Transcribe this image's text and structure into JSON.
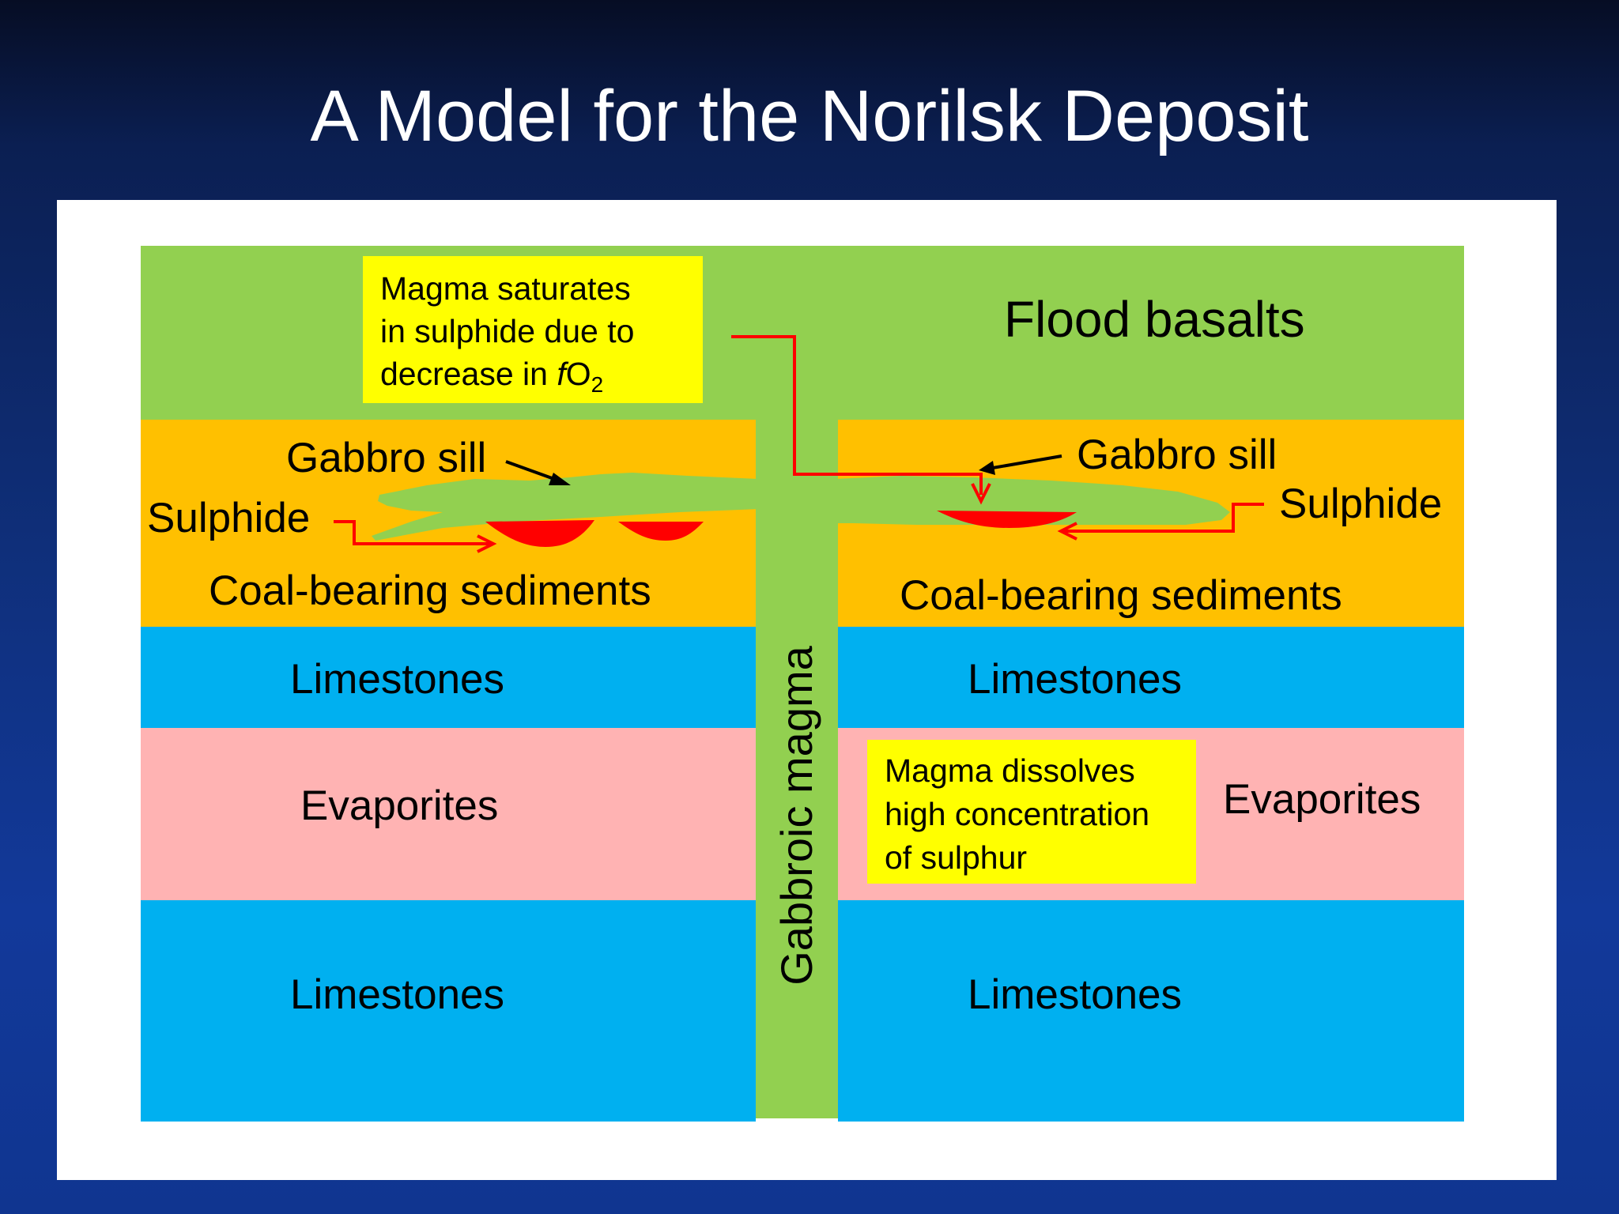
{
  "title": "A Model for the Norilsk Deposit",
  "colors": {
    "flood_basalt": "#92d050",
    "coal_sediments": "#ffc000",
    "limestone": "#00b0f0",
    "evaporite": "#ffb3b3",
    "magma": "#92d050",
    "sulphide": "#ff0000",
    "callout": "#ffff00"
  },
  "labels": {
    "flood_basalts": "Flood basalts",
    "gabbro_sill_left": "Gabbro sill",
    "gabbro_sill_right": "Gabbro sill",
    "sulphide_left": "Sulphide",
    "sulphide_right": "Sulphide",
    "coal_left": "Coal-bearing sediments",
    "coal_right": "Coal-bearing sediments",
    "limestones_upper_left": "Limestones",
    "limestones_upper_right": "Limestones",
    "evaporites_left": "Evaporites",
    "evaporites_right": "Evaporites",
    "limestones_lower_left": "Limestones",
    "limestones_lower_right": "Limestones",
    "gabbroic_magma": "Gabbroic magma"
  },
  "callouts": {
    "saturation": {
      "line1": "Magma saturates",
      "line2": "in sulphide due to",
      "line3_prefix": "decrease in ",
      "line3_italic": "f",
      "line3_chem": "O",
      "line3_sub": "2"
    },
    "dissolution": {
      "line1": "Magma dissolves",
      "line2": "high concentration",
      "line3": "of sulphur"
    }
  }
}
